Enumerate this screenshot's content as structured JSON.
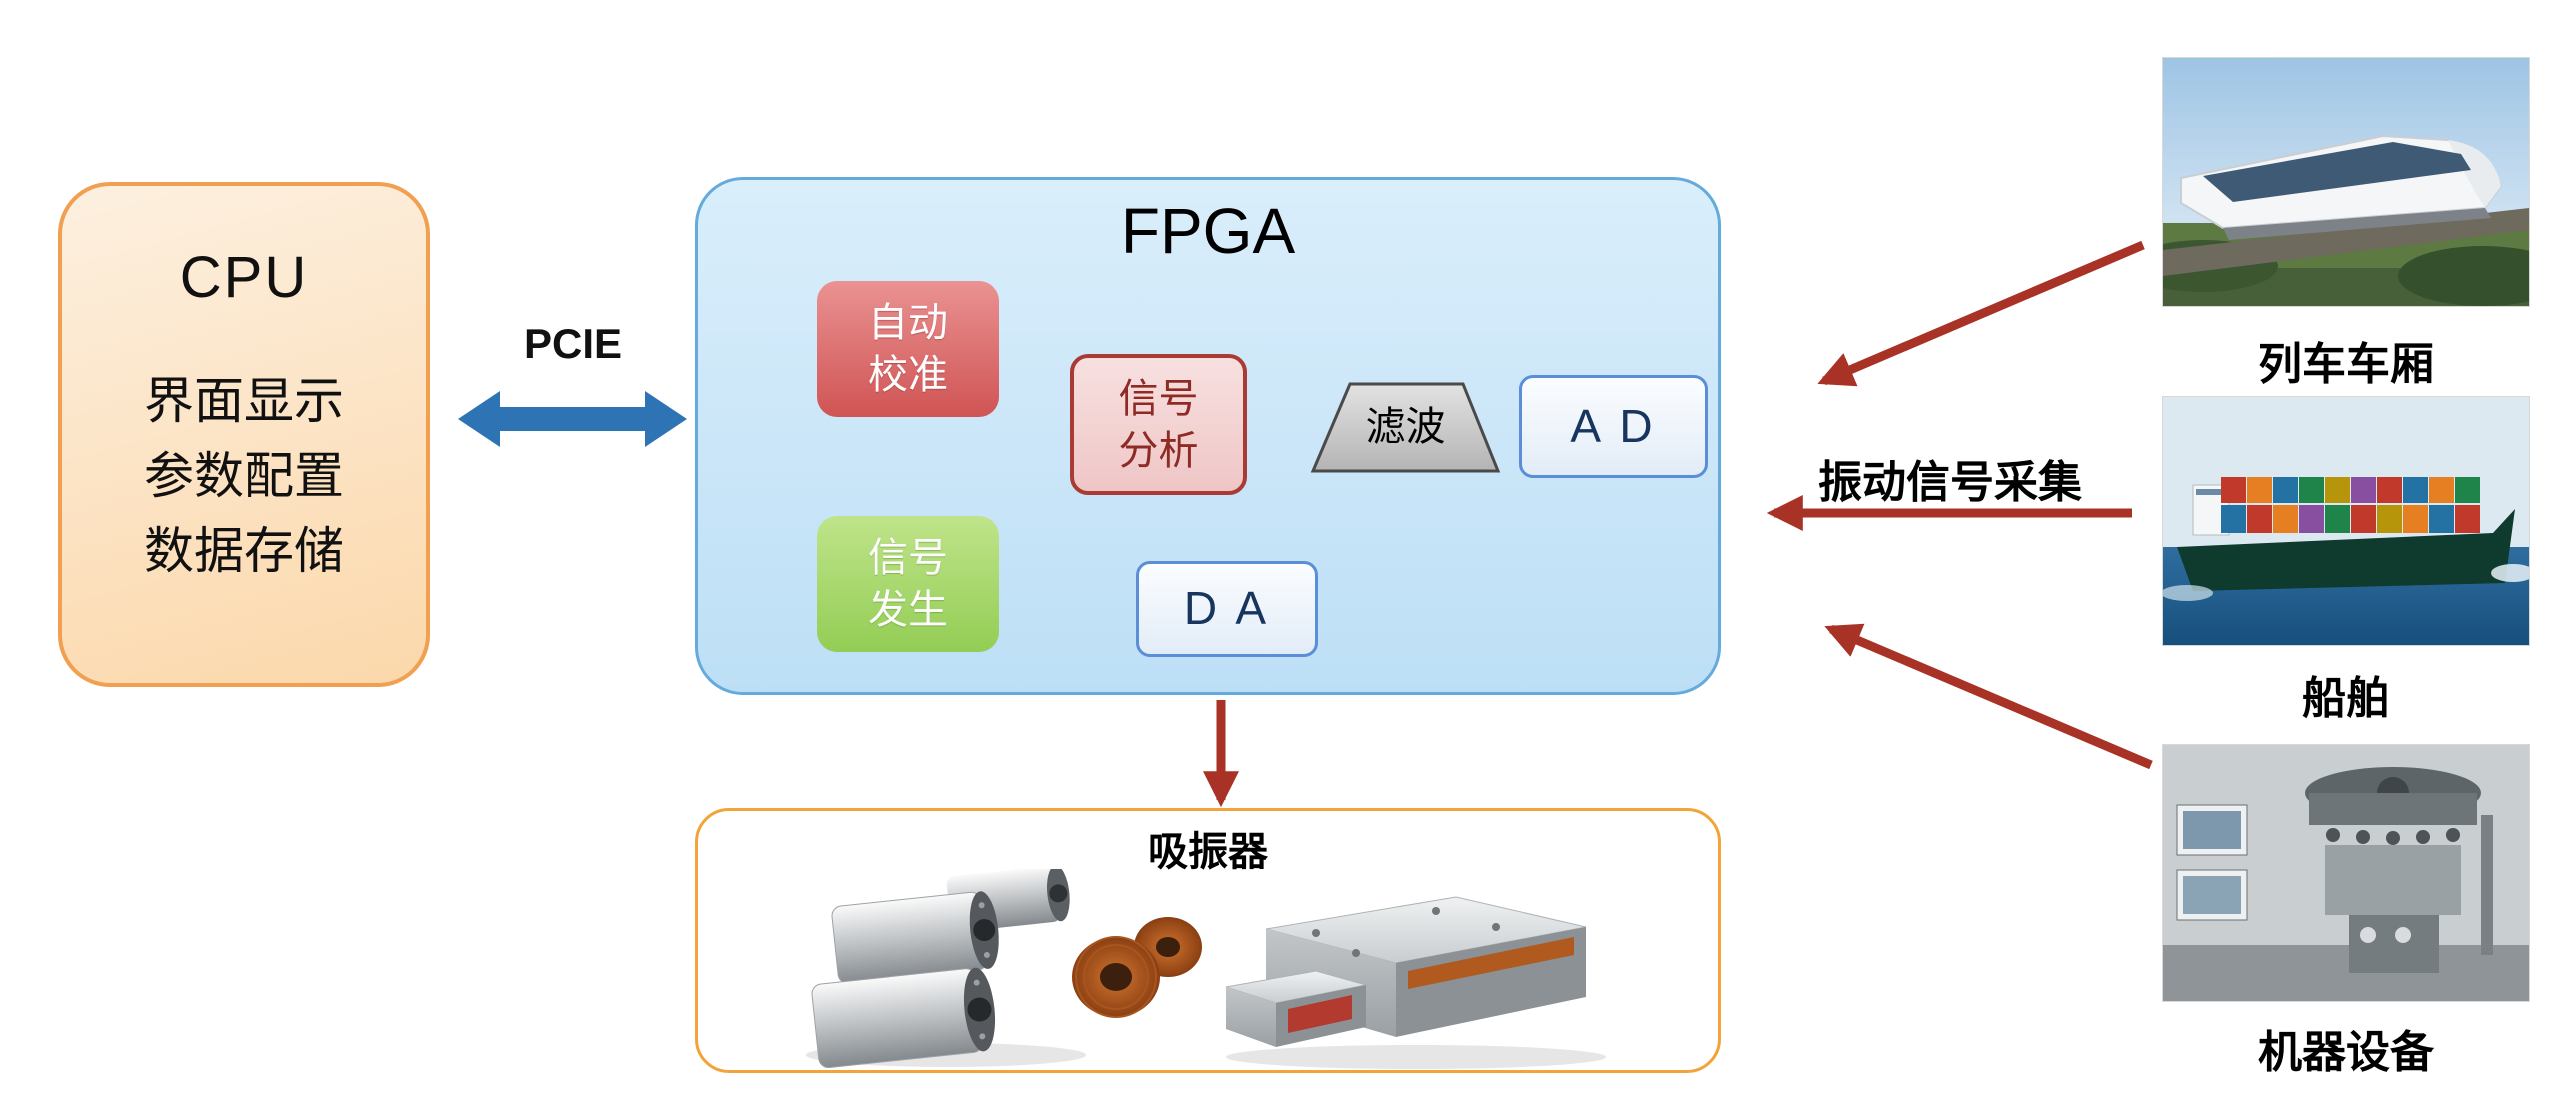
{
  "colors": {
    "cpu_fill_top": "#fdf0e0",
    "cpu_fill_bottom": "#fbd8ab",
    "cpu_border": "#f0a050",
    "fpga_fill_top": "#daeefb",
    "fpga_fill_bottom": "#bddff6",
    "fpga_border": "#64aadd",
    "pcie_arrow": "#2e74b5",
    "signal_arrow": "#a93226",
    "absorber_border": "#f2a43a"
  },
  "cpu": {
    "title": "CPU",
    "lines": [
      "界面显示",
      "参数配置",
      "数据存储"
    ]
  },
  "pcie": {
    "label": "PCIE"
  },
  "fpga": {
    "title": "FPGA",
    "auto_calibration": {
      "line1": "自动",
      "line2": "校准"
    },
    "signal_analysis": {
      "line1": "信号",
      "line2": "分析"
    },
    "filter": {
      "label": "滤波"
    },
    "ad": {
      "label": "A D"
    },
    "signal_generation": {
      "line1": "信号",
      "line2": "发生"
    },
    "da": {
      "label": "D A"
    }
  },
  "vibration_acquisition": {
    "label": "振动信号采集"
  },
  "absorber": {
    "label": "吸振器",
    "image": "vibration-absorber-photo"
  },
  "sources": [
    {
      "caption": "列车车厢",
      "image": "train-photo"
    },
    {
      "caption": "船舶",
      "image": "ship-photo"
    },
    {
      "caption": "机器设备",
      "image": "machinery-photo"
    }
  ]
}
